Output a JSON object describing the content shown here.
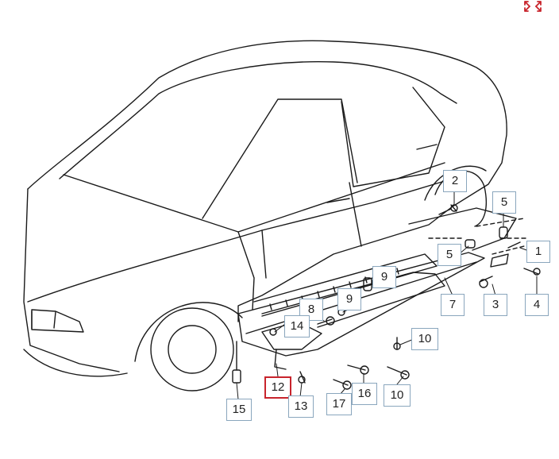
{
  "diagram": {
    "callouts": [
      {
        "id": "1",
        "label": "1"
      },
      {
        "id": "2",
        "label": "2"
      },
      {
        "id": "3",
        "label": "3"
      },
      {
        "id": "4",
        "label": "4"
      },
      {
        "id": "5a",
        "label": "5"
      },
      {
        "id": "5b",
        "label": "5"
      },
      {
        "id": "7",
        "label": "7"
      },
      {
        "id": "8",
        "label": "8"
      },
      {
        "id": "9a",
        "label": "9"
      },
      {
        "id": "9b",
        "label": "9"
      },
      {
        "id": "10a",
        "label": "10"
      },
      {
        "id": "10b",
        "label": "10"
      },
      {
        "id": "12",
        "label": "12",
        "selected": true
      },
      {
        "id": "13",
        "label": "13"
      },
      {
        "id": "14",
        "label": "14"
      },
      {
        "id": "15",
        "label": "15"
      },
      {
        "id": "16",
        "label": "16"
      },
      {
        "id": "17",
        "label": "17"
      }
    ],
    "colors": {
      "callout_border": "#8aa6bd",
      "selected_border": "#c8242c",
      "line_art": "#1a1a1a",
      "expand_icon": "#c8242c"
    },
    "icons": {
      "expand": "expand-arrows-icon"
    }
  }
}
